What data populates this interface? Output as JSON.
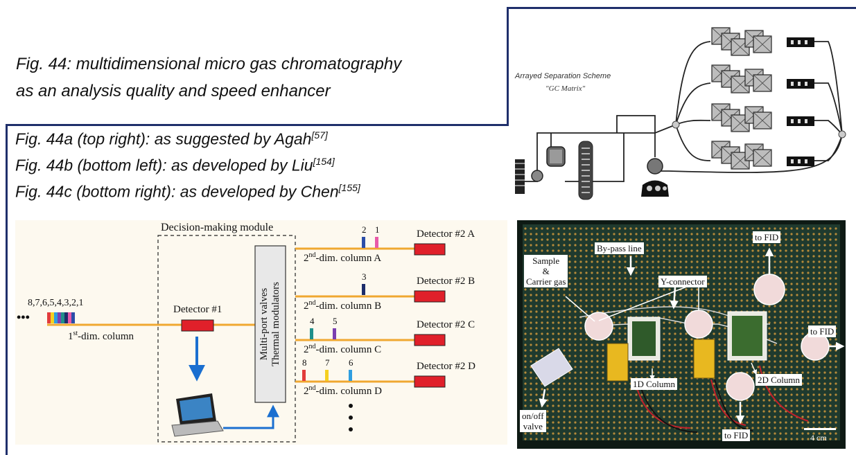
{
  "fig_title": {
    "line1": "Fig. 44: multidimensional micro gas chromatography",
    "line2": "as an analysis quality and speed enhancer"
  },
  "subcaptions": [
    {
      "text": "Fig. 44a (top right): as suggested by Agah",
      "ref": "[57]"
    },
    {
      "text": "Fig. 44b (bottom left): as developed by Liu",
      "ref": "[154]"
    },
    {
      "text": "Fig. 44c (bottom right): as developed by Chen",
      "ref": "[155]"
    }
  ],
  "panel_a": {
    "title": "Arrayed Separation Scheme",
    "subtitle": "\"GC Matrix\""
  },
  "panel_b": {
    "module_label": "Decision-making module",
    "peaks_label": "8,7,6,5,4,3,2,1",
    "ellipsis": "•••",
    "first_column": {
      "sup": "st",
      "pre": "1",
      "post": "-dim. column"
    },
    "detector1": "Detector #1",
    "valves_line1": "Multi-port valves",
    "valves_line2": "Thermal modulators",
    "columns": [
      {
        "peaks": [
          "2",
          "1"
        ],
        "column": "-dim. column A",
        "detector": "Detector #2 A"
      },
      {
        "peaks": [
          "3"
        ],
        "column": "-dim. column B",
        "detector": "Detector #2 B"
      },
      {
        "peaks": [
          "4",
          "5"
        ],
        "column": "-dim. column C",
        "detector": "Detector #2 C"
      },
      {
        "peaks": [
          "8",
          "7",
          "6"
        ],
        "column": "-dim. column D",
        "detector": "Detector #2 D"
      }
    ],
    "second_pre": "2",
    "second_sup": "nd",
    "colors": {
      "line": "#f0a830",
      "detector": "#e0202a",
      "arrow": "#1a6fd0",
      "box": "#e8e8e8"
    }
  },
  "panel_c": {
    "sample": "Sample\n&\nCarrier gas",
    "bypass": "By-pass line",
    "yconn": "Y-connector",
    "to_fid_top": "to FID",
    "to_fid_right": "to FID",
    "to_fid_bottom": "to FID",
    "col1d": "1D Column",
    "col2d": "2D Column",
    "valve": "on/off\nvalve",
    "scale": "4 cm"
  }
}
